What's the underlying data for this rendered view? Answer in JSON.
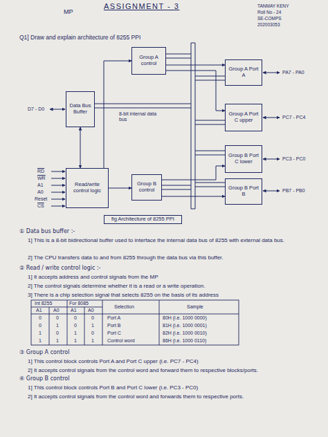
{
  "diagram": {
    "title": "ASSIGNMENT - 3",
    "caption": "fig Architecture of 8255 PPI",
    "nodes": [
      {
        "text": [
          "Group A control"
        ]
      },
      {
        "text": [
          "Group A Port A"
        ]
      },
      {
        "text": [
          "Data Bus Buffer"
        ]
      },
      {
        "text": [
          "Group A Port C upper"
        ]
      },
      {
        "text": [
          "Group B Port C lower"
        ]
      },
      {
        "text": [
          "Read/write control logic"
        ]
      },
      {
        "text": [
          "Group B control"
        ]
      },
      {
        "text": [
          "Group B Port B"
        ]
      }
    ],
    "edges": [
      {
        "from": 0,
        "to": 1,
        "arrow": "to"
      },
      {
        "from": 0,
        "to": 3,
        "arrow": "to"
      },
      {
        "from": 6,
        "to": 4,
        "arrow": "to"
      },
      {
        "from": 6,
        "to": 7,
        "arrow": "to"
      },
      {
        "from": 5,
        "to": 0,
        "arrow": "to"
      },
      {
        "from": 5,
        "to": 6,
        "arrow": "to"
      },
      {
        "from": 2,
        "to": 5,
        "arrow": "both"
      }
    ],
    "labels": [
      "MP",
      "TANMAY KENY",
      "Roll No - 24",
      "SE-COMPS",
      "202003053",
      "Q1] Draw and explain architecture of 8255 PPI",
      "D7 - D0",
      "RD",
      "WR",
      "A1",
      "A0",
      "Reset",
      "CS",
      "PA7 - PA0",
      "PC7 - PC4",
      "PC3 - PC0",
      "PB7 - PB0",
      "8-bit internal data bus",
      "① Data bus buffer :-",
      "1] This is a 8-bit bidirectional buffer used to interface the internal data bus of 8255 with external data bus.",
      "2] The CPU transfers data to and from 8255 through the data bus via this buffer.",
      "② Read / write control logic :-",
      "1] It accepts address and control signals from the MP",
      "2] The control signals determine whether it is a read or a write operation.",
      "3] There is a chip selection signal that selects 8255 on the basis of its address",
      "Int 8255",
      "For 8085",
      "Selection",
      "Sample",
      "A1",
      "A0",
      "A1",
      "A0",
      "0",
      "0",
      "0",
      "0",
      "Port A",
      "80H (i.e. 1000 0000)",
      "0",
      "1",
      "0",
      "1",
      "Port B",
      "81H (i.e. 1000 0001)",
      "1",
      "0",
      "1",
      "0",
      "Port C",
      "82H (i.e. 1000 0010)",
      "1",
      "1",
      "1",
      "1",
      "Control word",
      "86H (i.e. 1000 0110)",
      "③ Group A control",
      "1] This control block controls Port A and Port C upper (i.e. PC7 - PC4)",
      "2] It accepts control signals from the control word and forward them to respective blocks/ports.",
      "④ Group B control",
      "1] This control block controls Port B and Port C lower (i.e. PC3 - PC0)",
      "2] It accepts control signals from the control word and forwards them to respective ports."
    ]
  }
}
